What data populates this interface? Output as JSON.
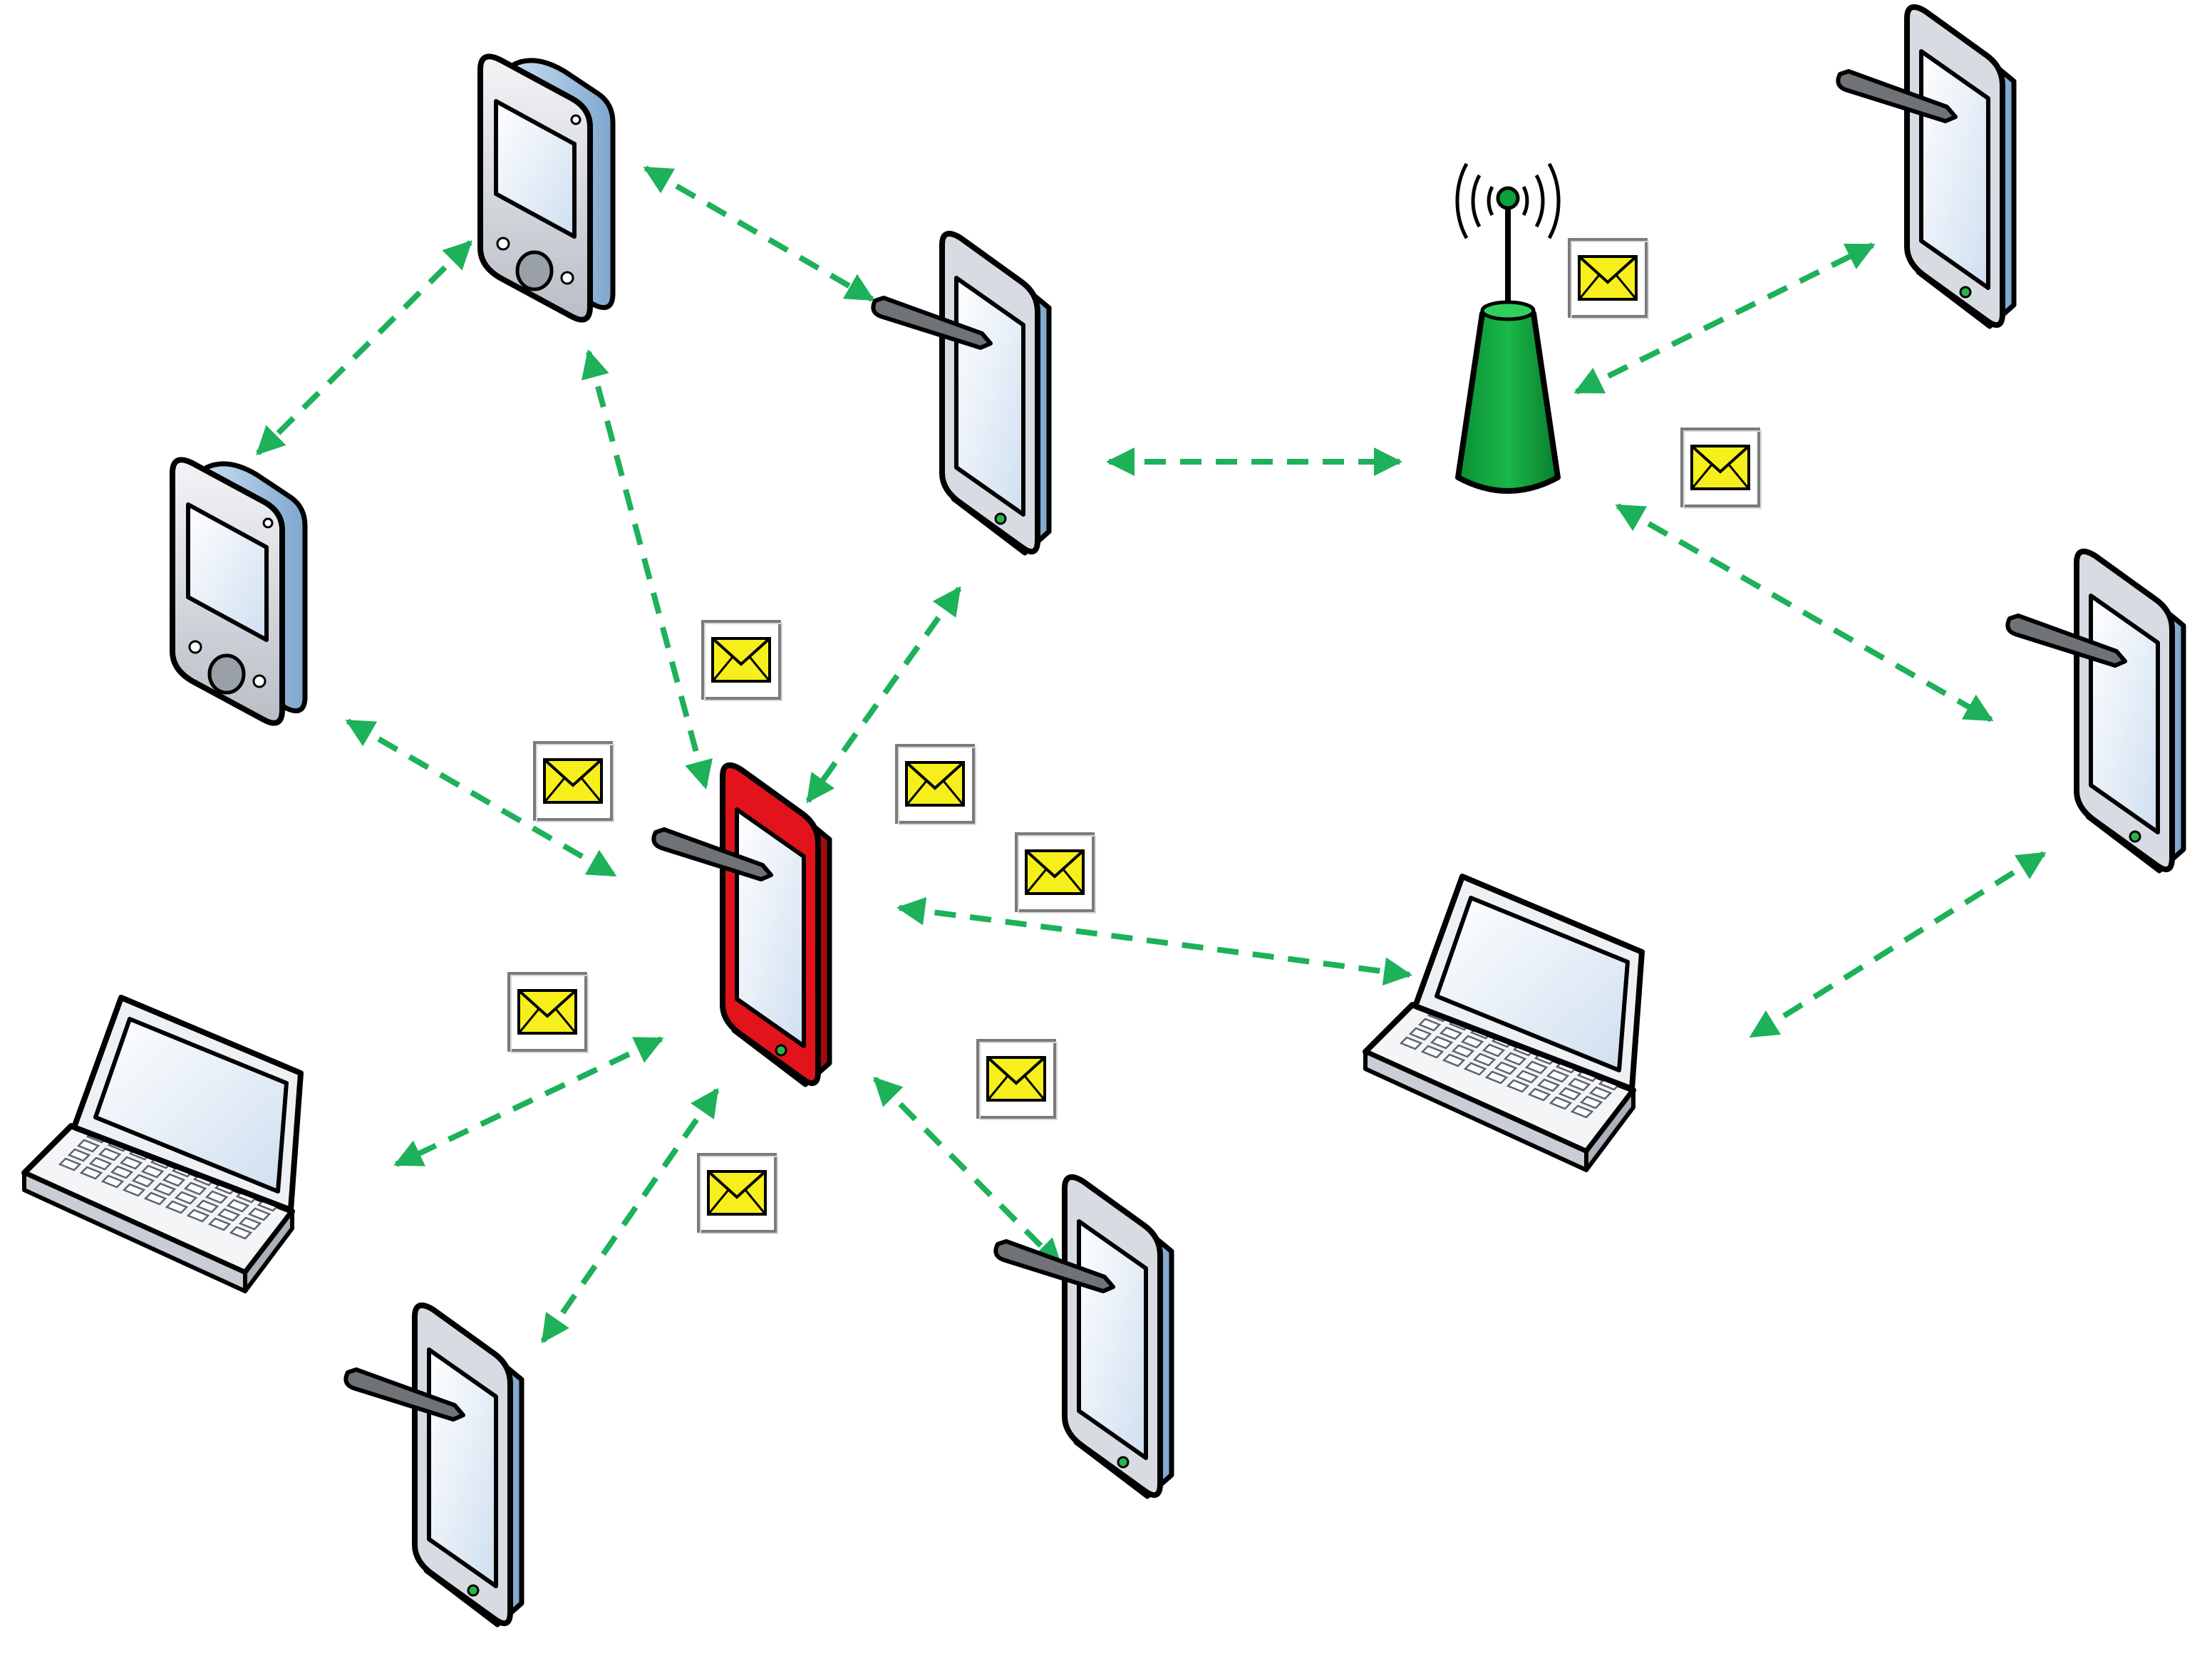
{
  "diagram": {
    "colors": {
      "background": "#ffffff",
      "link": "#1db15a",
      "highlight_device": "#e3131b",
      "access_point": "#0aa33a",
      "message": "#f6ef1c",
      "screen": "#e9f1fb",
      "device_body": "#d7dce3",
      "device_side": "#9fc1e2"
    },
    "nodes": [
      {
        "id": "pda-top",
        "kind": "pda",
        "icon": "pda-icon"
      },
      {
        "id": "pda-left",
        "kind": "pda",
        "icon": "pda-icon"
      },
      {
        "id": "tablet-top",
        "kind": "tablet",
        "icon": "tablet-icon"
      },
      {
        "id": "access-point",
        "kind": "access-point",
        "icon": "antenna-icon"
      },
      {
        "id": "tablet-top-right",
        "kind": "tablet",
        "icon": "tablet-icon"
      },
      {
        "id": "tablet-right",
        "kind": "tablet",
        "icon": "tablet-icon"
      },
      {
        "id": "tablet-source",
        "kind": "tablet",
        "icon": "tablet-icon",
        "highlighted": true
      },
      {
        "id": "laptop-left",
        "kind": "laptop",
        "icon": "laptop-icon"
      },
      {
        "id": "laptop-right",
        "kind": "laptop",
        "icon": "laptop-icon"
      },
      {
        "id": "tablet-bottom-left",
        "kind": "tablet",
        "icon": "tablet-icon"
      },
      {
        "id": "tablet-bottom",
        "kind": "tablet",
        "icon": "tablet-icon"
      }
    ],
    "links": [
      {
        "from": "pda-top",
        "to": "tablet-top"
      },
      {
        "from": "pda-top",
        "to": "pda-left"
      },
      {
        "from": "pda-top",
        "to": "tablet-source"
      },
      {
        "from": "tablet-top",
        "to": "access-point"
      },
      {
        "from": "tablet-top",
        "to": "tablet-source"
      },
      {
        "from": "access-point",
        "to": "tablet-top-right"
      },
      {
        "from": "access-point",
        "to": "tablet-right"
      },
      {
        "from": "pda-left",
        "to": "tablet-source"
      },
      {
        "from": "tablet-source",
        "to": "laptop-right"
      },
      {
        "from": "tablet-source",
        "to": "laptop-left"
      },
      {
        "from": "tablet-source",
        "to": "tablet-bottom-left"
      },
      {
        "from": "tablet-source",
        "to": "tablet-bottom"
      },
      {
        "from": "tablet-right",
        "to": "laptop-right"
      }
    ],
    "messages": [
      {
        "near": "access-point",
        "icon": "envelope-icon"
      },
      {
        "near": "access-point",
        "icon": "envelope-icon"
      },
      {
        "near": "tablet-source",
        "icon": "envelope-icon"
      },
      {
        "near": "tablet-source",
        "icon": "envelope-icon"
      },
      {
        "near": "tablet-source",
        "icon": "envelope-icon"
      },
      {
        "near": "tablet-source",
        "icon": "envelope-icon"
      },
      {
        "near": "tablet-source",
        "icon": "envelope-icon"
      },
      {
        "near": "tablet-source",
        "icon": "envelope-icon"
      },
      {
        "near": "tablet-source",
        "icon": "envelope-icon"
      }
    ]
  }
}
